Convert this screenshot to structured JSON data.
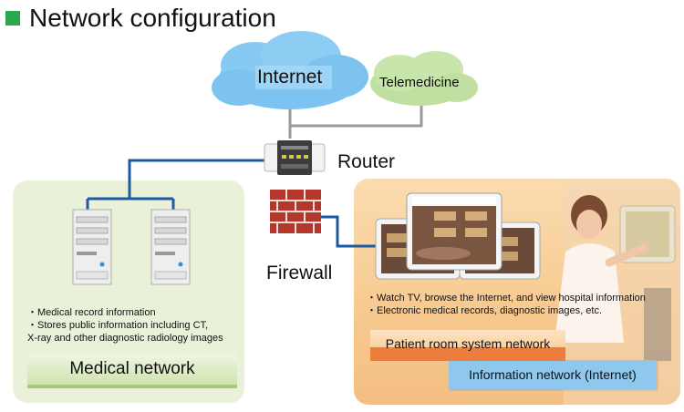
{
  "title": "Network configuration",
  "nodes": {
    "internet": "Internet",
    "telemedicine": "Telemedicine",
    "router": "Router",
    "firewall": "Firewall"
  },
  "medical_panel": {
    "bullet_1": "・Medical record information",
    "bullet_2": "・Stores public information including CT,",
    "bullet_3": "X-ray and other diagnostic radiology images",
    "label": "Medical network"
  },
  "patient_panel": {
    "bullet_1": "・Watch TV, browse the Internet, and view hospital information",
    "bullet_2": "・Electronic medical records, diagnostic images, etc.",
    "label_patient": "Patient room system network",
    "label_info": "Information network (Internet)"
  },
  "colors": {
    "title_accent": "#2aa84a",
    "link_blue": "#1f5aa0",
    "link_gray": "#9a9a9a",
    "cloud_blue": "#7cc3f0",
    "cloud_green": "#bfe0a0",
    "firewall_brick": "#b5372c"
  }
}
